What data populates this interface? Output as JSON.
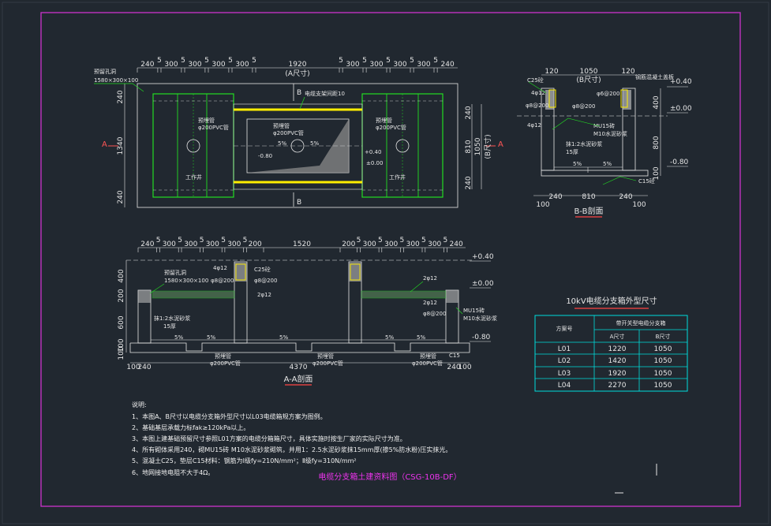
{
  "plan_view": {
    "top_dims": [
      "240",
      "5",
      "300",
      "5",
      "300",
      "5",
      "300",
      "5",
      "300",
      "5",
      "1920",
      "5",
      "300",
      "5",
      "300",
      "5",
      "300",
      "5",
      "300",
      "5",
      "240"
    ],
    "top_dim_sub": "(A尺寸)",
    "hole_label": "预留孔洞",
    "hole_size": "1580×300×100",
    "cable_label": "电缆支架间距10",
    "marker_b": "B",
    "marker_a": "A",
    "left_dims": [
      "240",
      "1340",
      "240"
    ],
    "right_dims": [
      "240",
      "810",
      "240"
    ],
    "right_dims_total": "1050",
    "right_sub": "(B尺寸)",
    "pipe_label": "预埋管",
    "pipe_spec": "φ200PVC管",
    "work_label": "工作井",
    "level_minus": "-0.80",
    "level_zero": "±0.00",
    "level_plus": "+0.40",
    "slope": "5%"
  },
  "bb_section": {
    "title": "B-B剖面",
    "top_dims": [
      "120",
      "1050",
      "120"
    ],
    "top_dim_sub": "(B尺寸)",
    "bottom_dims": [
      "100",
      "240",
      "810",
      "240",
      "100"
    ],
    "right_dims": [
      "400",
      "800",
      "100"
    ],
    "c25": "C25砼",
    "bar12": "4φ12",
    "bar_a": "φ8@200",
    "bar_b": "φ6@200",
    "brick": "MU15砖",
    "mortar": "M10水泥砂浆",
    "plaster": "抹1:2水泥砂浆",
    "plaster_t": "15厚",
    "c15": "C15砼",
    "slope": "5%",
    "level_plus": "+0.40",
    "level_zero": "±0.00",
    "level_minus": "-0.80",
    "rebar_label": "钢筋混凝土盖板"
  },
  "aa_section": {
    "title": "A-A剖面",
    "top_dims": [
      "240",
      "5",
      "300",
      "5",
      "300",
      "5",
      "300",
      "5",
      "300",
      "5",
      "200",
      "1520",
      "200",
      "5",
      "300",
      "5",
      "300",
      "5",
      "300",
      "5",
      "300",
      "5",
      "240"
    ],
    "bottom_dims": [
      "100",
      "240",
      "4370",
      "240",
      "100"
    ],
    "left_dims": [
      "400",
      "200",
      "600",
      "100",
      "100"
    ],
    "hole_label": "预留孔洞",
    "hole_size": "1580×300×100",
    "c25": "C25砼",
    "bar12": "4φ12",
    "bar_a": "φ8@200",
    "bar2": "2φ12",
    "plaster": "抹1:2水泥砂浆",
    "plaster_t": "15厚",
    "pipe_label": "预埋管",
    "pipe_spec": "φ200PVC管",
    "brick": "MU15砖",
    "mortar": "M10水泥砂浆",
    "c15": "C15",
    "slope": "5%",
    "level_plus": "+0.40",
    "level_zero": "±0.00",
    "level_minus": "-0.80"
  },
  "dim_table": {
    "title": "10kV电缆分支箱外型尺寸",
    "header_col1": "方案号",
    "header_group": "带开关型电缆分支箱",
    "header_a": "A尺寸",
    "header_b": "B尺寸",
    "rows": [
      {
        "id": "L01",
        "a": "1220",
        "b": "1050"
      },
      {
        "id": "L02",
        "a": "1420",
        "b": "1050"
      },
      {
        "id": "L03",
        "a": "1920",
        "b": "1050"
      },
      {
        "id": "L04",
        "a": "2270",
        "b": "1050"
      }
    ]
  },
  "notes": {
    "heading": "说明:",
    "items": [
      "1、本图A、B尺寸以电缆分支箱外型尺寸以L03电缆箱规方案为图例。",
      "2、基础基层承载力标fak≥120kPa以上。",
      "3、本图上建基础预留尺寸参照L01方案的电缆分箱箱尺寸，具体实施时按生厂家的实际尺寸为准。",
      "4、所有砌体采用240，砌MU15砖 M10水泥砂浆砌筑，并用1：2.5水泥砂浆抹15mm厚(掺5%防水粉)压实抹光。",
      "5、混凝土C25，垫层C15材料：钢筋为Ⅰ级fy=210N/mm²；Ⅱ级fy=310N/mm²",
      "6、地网接地电阻不大于4Ω。"
    ]
  },
  "drawing_title": "电缆分支箱土建资料图（CSG-10B-DF）",
  "colors": {
    "background": "#212830",
    "frame": "#cc33cc",
    "line": "#e6e6e6",
    "green": "#22dd22",
    "yellow": "#ffee00",
    "cyan": "#00dddd",
    "red": "#ff4444",
    "title_magenta": "#ee33ee"
  }
}
